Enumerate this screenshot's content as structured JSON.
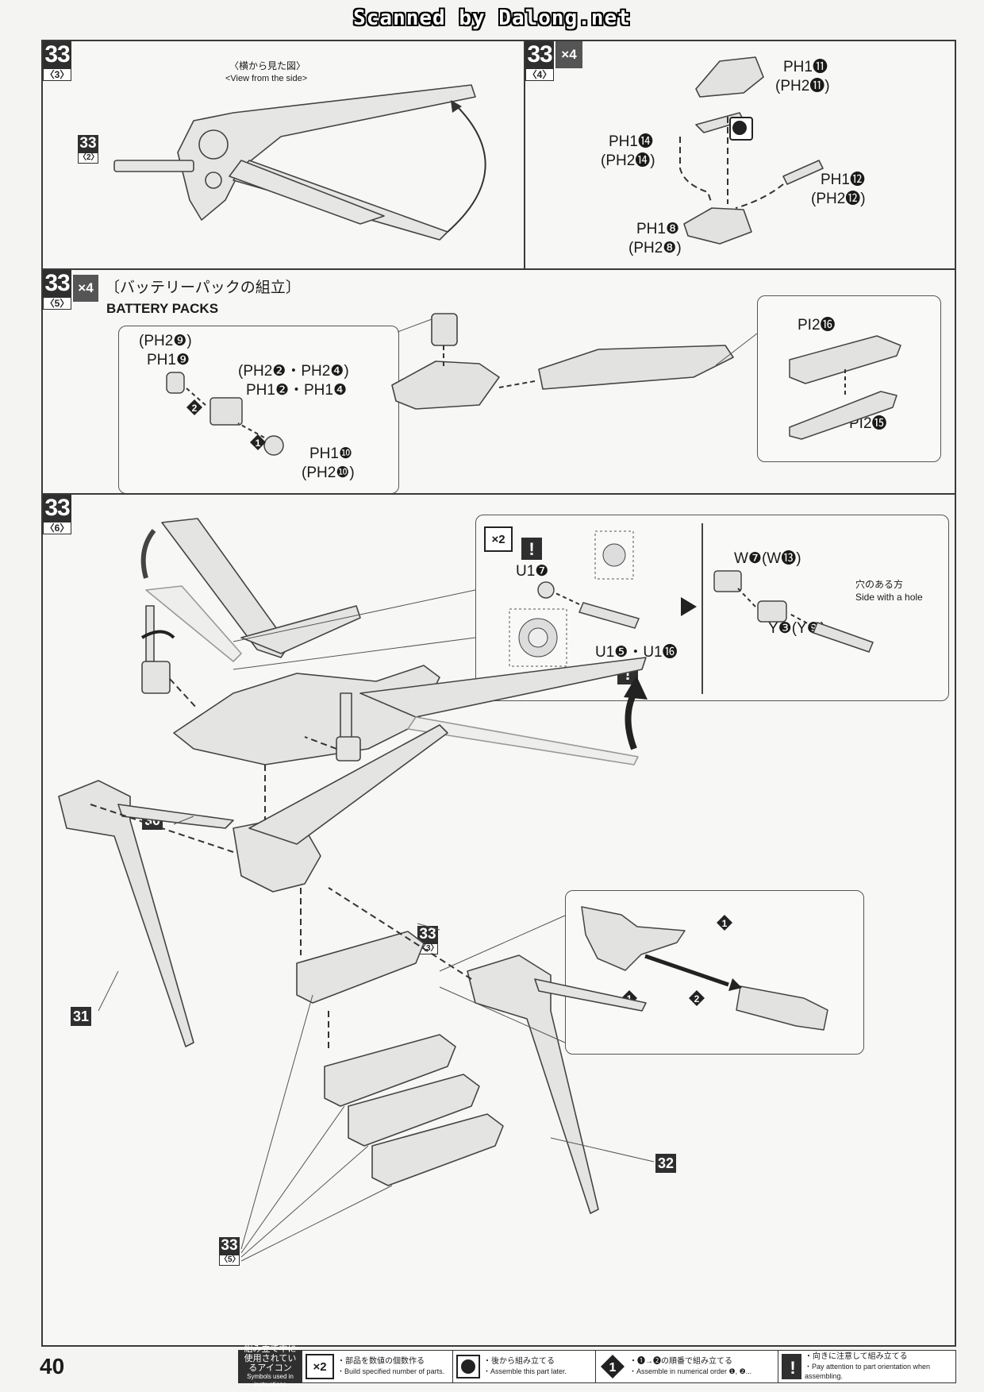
{
  "header": {
    "scan_credit": "Scanned by Dalong.net"
  },
  "steps": {
    "s1": {
      "num": "33",
      "sub": "〈3〉",
      "view_jp": "〈横から見た図〉",
      "view_en": "<View from the side>",
      "ref_num": "33",
      "ref_sub": "〈2〉"
    },
    "s2": {
      "num": "33",
      "sub": "〈4〉",
      "mult": "×4",
      "labels": [
        "PH1⓫",
        "(PH2⓫)",
        "PH1⓮",
        "(PH2⓮)",
        "PH1⓬",
        "(PH2⓬)",
        "PH1❽",
        "(PH2❽)"
      ]
    },
    "s3": {
      "num": "33",
      "sub": "〈5〉",
      "mult": "×4",
      "title_jp": "〔バッテリーパックの組立〕",
      "title_en": "BATTERY PACKS",
      "labels": [
        "(PH2❾)",
        "PH1❾",
        "(PH2❷・PH2❹)",
        "PH1❷・PH1❹",
        "PH1❿",
        "(PH2❿)",
        "PI2⓰",
        "PI2⓯"
      ],
      "order1": "1",
      "order2": "2"
    },
    "s4": {
      "num": "33",
      "sub": "〈6〉",
      "inset_mult": "×2",
      "labels": [
        "U1❼",
        "U1❺・U1⓰",
        "W❼(W⓭)",
        "Y❸(Y❾)"
      ],
      "hole_jp": "穴のある方",
      "hole_en": "Side with a hole",
      "refs": [
        {
          "num": "33",
          "sub": "〈3〉"
        },
        {
          "num": "33",
          "sub": "〈5〉"
        }
      ],
      "parts": [
        "30",
        "31",
        "32"
      ],
      "order1": "1",
      "order2": "2"
    }
  },
  "legend": {
    "title_jp": "組み立て中に使用されているアイコン",
    "title_en": "Symbols used in instructions",
    "items": [
      {
        "icon": "×2",
        "jp": "・部品を数値の個数作る",
        "en": "・Build specified number of parts."
      },
      {
        "icon": "later-icon",
        "jp": "・後から組み立てる",
        "en": "・Assemble this part later."
      },
      {
        "icon": "1",
        "jp": "・❶→❷の順番で組み立てる",
        "en": "・Assemble in numerical order ❶, ❷..."
      },
      {
        "icon": "!",
        "jp": "・向きに注意して組み立てる",
        "en": "・Pay attention to part orientation when assembling."
      }
    ]
  },
  "page_number": "40"
}
